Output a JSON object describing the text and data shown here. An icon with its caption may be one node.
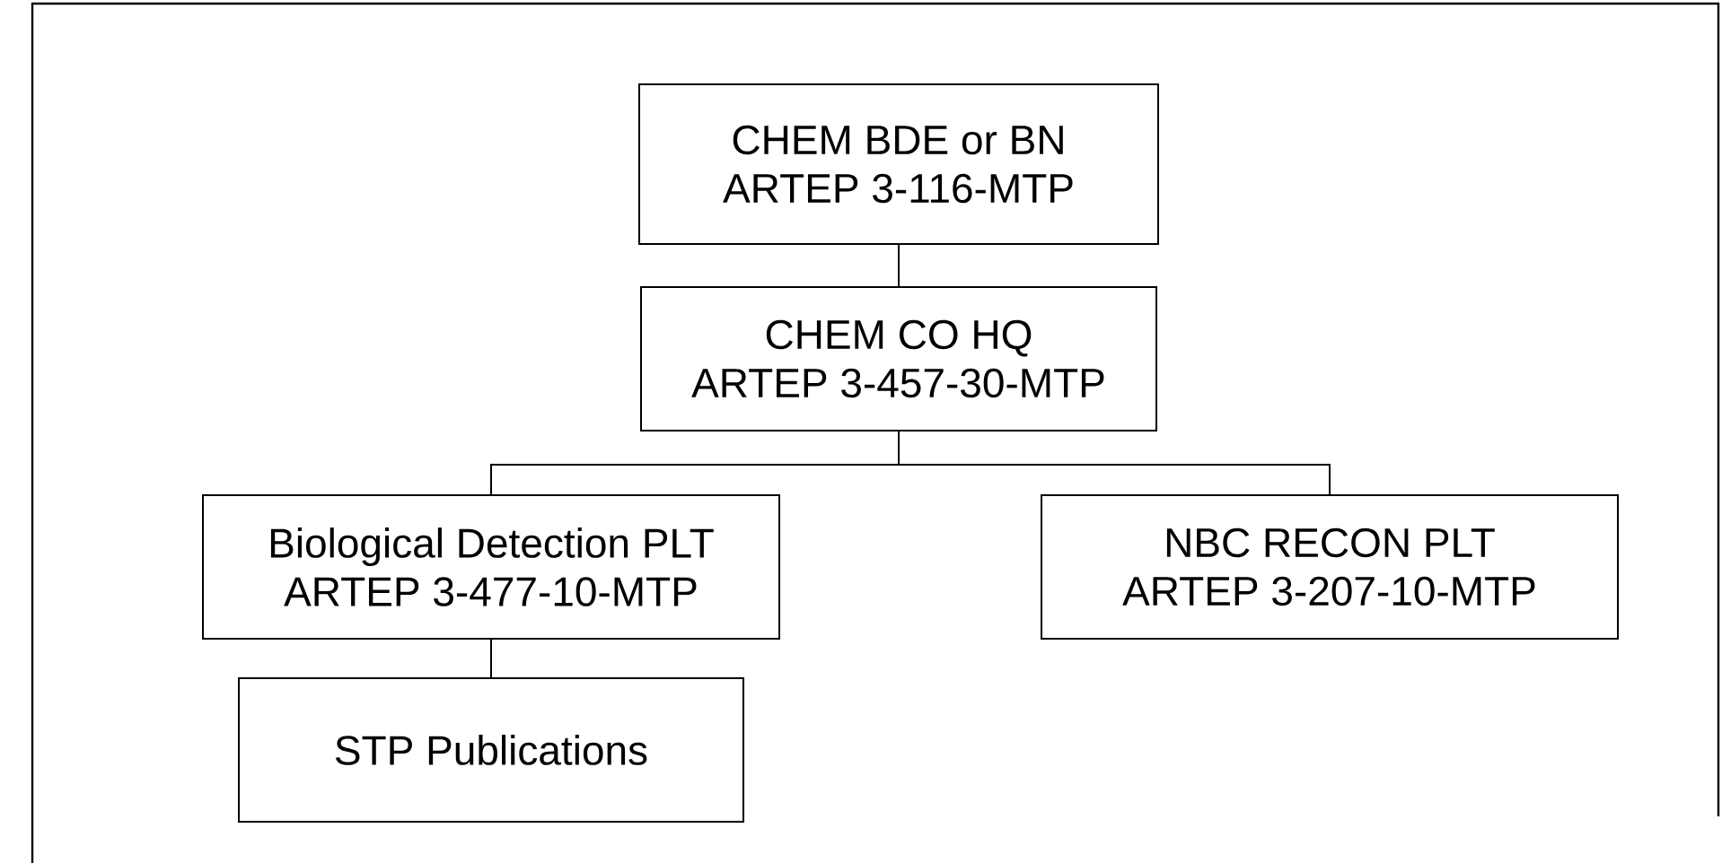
{
  "diagram": {
    "nodes": [
      {
        "text": [
          "CHEM BDE or BN",
          "ARTEP 3-116-MTP"
        ]
      },
      {
        "text": [
          "CHEM CO HQ",
          "ARTEP 3-457-30-MTP"
        ]
      },
      {
        "text": [
          "Biological Detection PLT",
          "ARTEP 3-477-10-MTP"
        ]
      },
      {
        "text": [
          "NBC RECON PLT",
          "ARTEP 3-207-10-MTP"
        ]
      },
      {
        "text": [
          "STP Publications"
        ]
      }
    ],
    "edges": [
      {
        "from": 0,
        "to": 1,
        "arrow": "none"
      },
      {
        "from": 1,
        "to": 2,
        "arrow": "none"
      },
      {
        "from": 1,
        "to": 3,
        "arrow": "none"
      },
      {
        "from": 2,
        "to": 4,
        "arrow": "none"
      }
    ]
  }
}
